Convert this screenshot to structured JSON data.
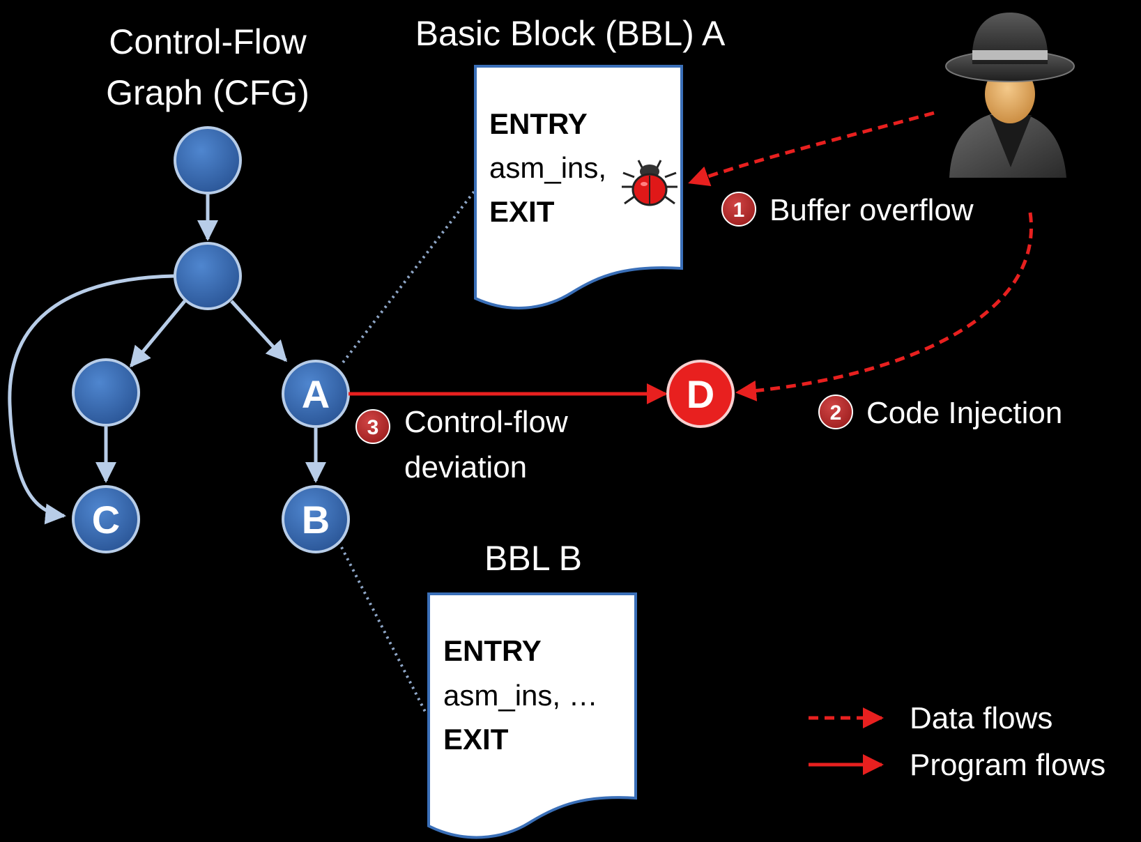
{
  "cfg": {
    "title_line1": "Control-Flow",
    "title_line2": "Graph (CFG)",
    "nodes": {
      "a": "A",
      "b": "B",
      "c": "C",
      "d": "D"
    }
  },
  "bbl_a": {
    "title": "Basic Block (BBL) A",
    "entry": "ENTRY",
    "asm": "asm_ins,",
    "exit": "EXIT"
  },
  "bbl_b": {
    "title": "BBL B",
    "entry": "ENTRY",
    "asm": "asm_ins, …",
    "exit": "EXIT"
  },
  "steps": [
    {
      "number": "1",
      "label": "Buffer overflow"
    },
    {
      "number": "2",
      "label": "Code Injection"
    },
    {
      "number": "3",
      "label_line1": "Control-flow",
      "label_line2": "deviation"
    }
  ],
  "legend": {
    "data_flows": "Data flows",
    "program_flows": "Program flows"
  },
  "icons": {
    "attacker": "attacker-icon",
    "bug": "bug-icon"
  },
  "colors": {
    "background": "#000000",
    "node_fill": "#3a6fb8",
    "node_stroke": "#b8cde8",
    "edge": "#b8cde8",
    "attack_red": "#e8201f",
    "badge_red": "#b52a2a"
  }
}
